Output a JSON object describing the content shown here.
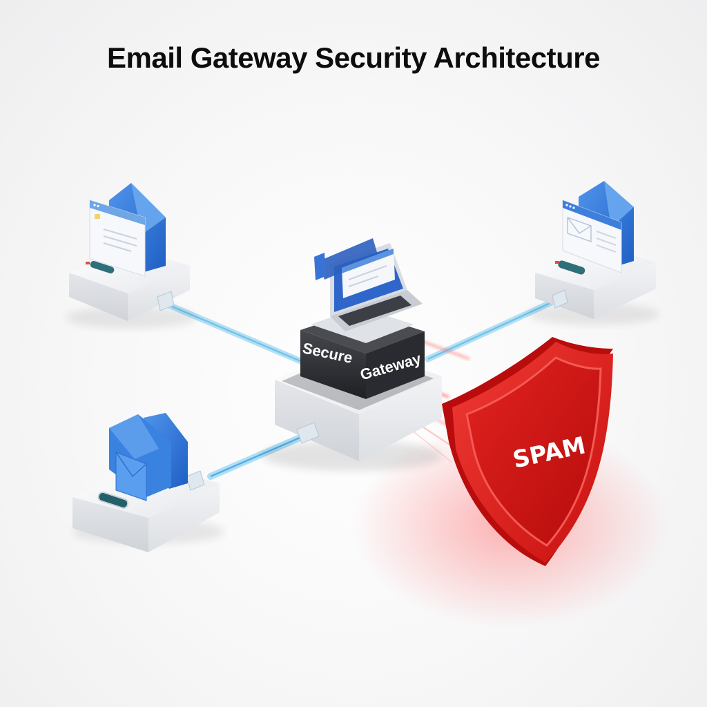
{
  "title": "Email Gateway Security Architecture",
  "gateway": {
    "label_line1": "Secure",
    "label_line2": "Gateway",
    "device": "laptop-with-email-windows"
  },
  "shield": {
    "label": "SPAM",
    "color": "#e5191c"
  },
  "nodes": [
    {
      "id": "node-top-left",
      "content": "email-window-with-envelope"
    },
    {
      "id": "node-top-right",
      "content": "email-window-with-envelope"
    },
    {
      "id": "node-bottom-left",
      "content": "stacked-envelopes"
    }
  ],
  "connections": [
    {
      "from": "node-top-left",
      "to": "gateway",
      "color": "#8fd3ef"
    },
    {
      "from": "node-top-right",
      "to": "gateway",
      "color": "#8fd3ef"
    },
    {
      "from": "node-bottom-left",
      "to": "gateway",
      "color": "#8fc8ef"
    }
  ],
  "colors": {
    "email_blue": "#2f74d6",
    "gateway_dark": "#34363b",
    "base_white": "#eceef2",
    "cable_blue": "#8fd3ef",
    "spam_red": "#e5191c"
  }
}
